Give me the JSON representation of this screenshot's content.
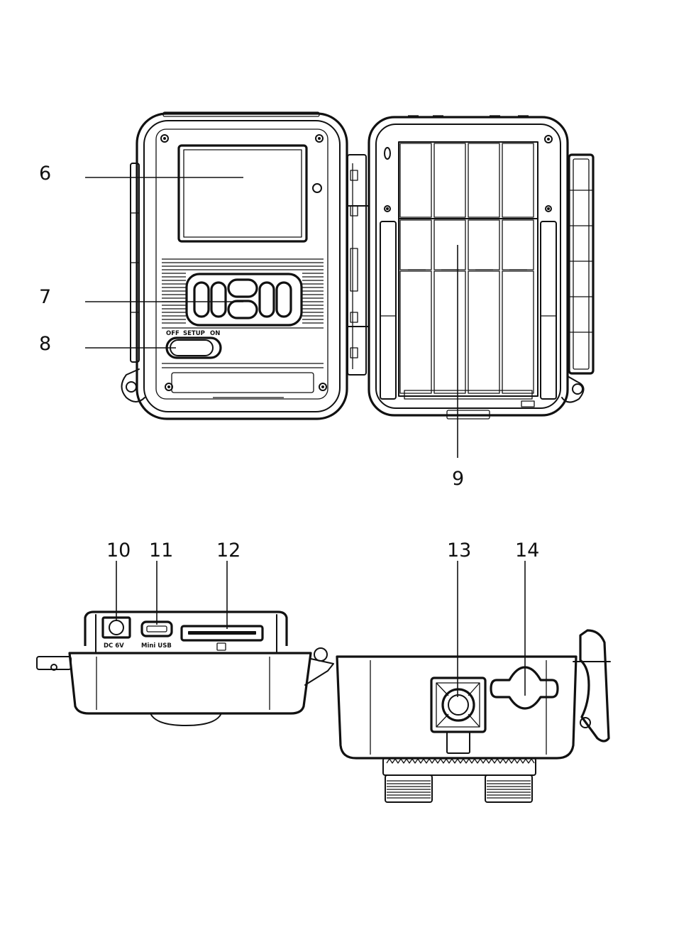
{
  "callouts": {
    "c6": "6",
    "c7": "7",
    "c8": "8",
    "c9": "9",
    "c10": "10",
    "c11": "11",
    "c12": "12",
    "c13": "13",
    "c14": "14"
  },
  "switch_labels": {
    "off": "OFF",
    "setup": "SETUP",
    "on": "ON"
  },
  "port_labels": {
    "dc": "DC 6V",
    "usb": "Mini USB"
  }
}
